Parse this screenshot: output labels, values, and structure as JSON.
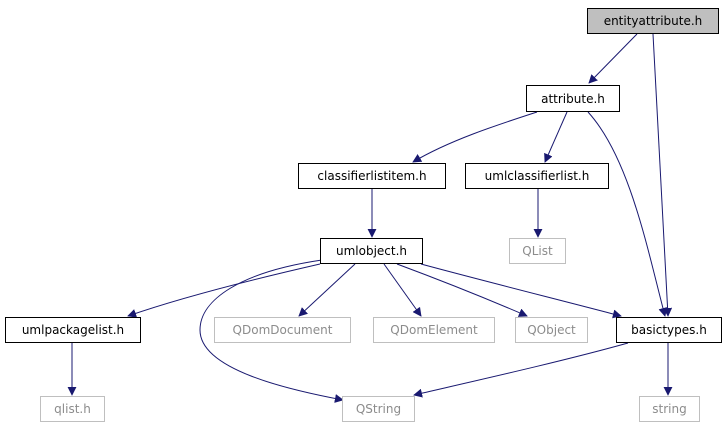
{
  "nodes": {
    "entityattribute_h": "entityattribute.h",
    "attribute_h": "attribute.h",
    "classifierlistitem_h": "classifierlistitem.h",
    "umlclassifierlist_h": "umlclassifierlist.h",
    "qlist_cls": "QList",
    "umlobject_h": "umlobject.h",
    "umlpackagelist_h": "umlpackagelist.h",
    "qdomdocument": "QDomDocument",
    "qdomelement": "QDomElement",
    "qobject": "QObject",
    "basictypes_h": "basictypes.h",
    "qlist_h": "qlist.h",
    "qstring": "QString",
    "string": "string"
  },
  "colors": {
    "edge": "#191970",
    "arrowhead": "#191970",
    "root_fill": "#bfbfbf",
    "external_border": "#bfbfbf",
    "external_text": "#8c8c8c"
  }
}
